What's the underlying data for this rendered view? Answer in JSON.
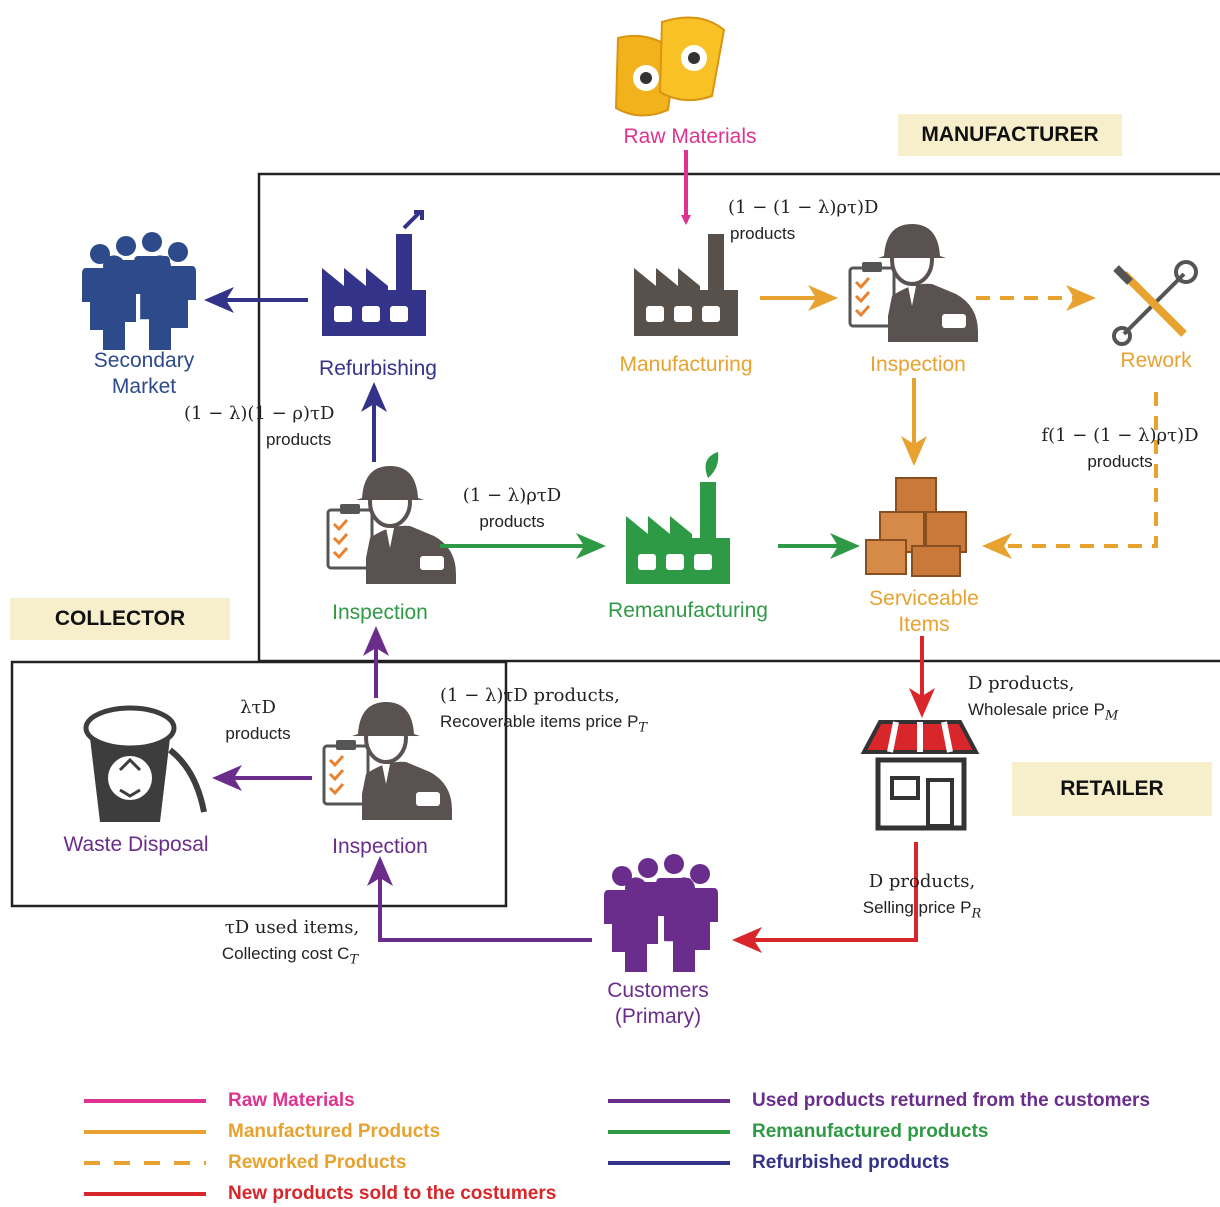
{
  "sections": {
    "manufacturer": "MANUFACTURER",
    "collector": "COLLECTOR",
    "retailer": "RETAILER"
  },
  "nodes": {
    "raw_materials": "Raw Materials",
    "manufacturing": "Manufacturing",
    "inspection_mfg": "Inspection",
    "rework": "Rework",
    "refurbishing": "Refurbishing",
    "secondary_market_l1": "Secondary",
    "secondary_market_l2": "Market",
    "inspection_reman": "Inspection",
    "remanufacturing": "Remanufacturing",
    "serviceable_l1": "Serviceable",
    "serviceable_l2": "Items",
    "waste_disposal": "Waste Disposal",
    "inspection_collector": "Inspection",
    "customers_l1": "Customers",
    "customers_l2": "(Primary)"
  },
  "flows": {
    "raw_to_mfg_formula": "(1 − (1 − λ)ρτ)D",
    "raw_to_mfg_unit": "products",
    "refurb_formula": "(1 − λ)(1 − ρ)τD",
    "refurb_unit": "products",
    "reman_formula": "(1 − λ)ρτD",
    "reman_unit": "products",
    "rework_formula": "f(1 − (1 − λ)ρτ)D",
    "rework_unit": "products",
    "waste_formula": "λτD",
    "waste_unit": "products",
    "recover_formula": "(1 − λ)τD products,",
    "recover_price_text": "Recoverable items price P",
    "recover_price_sub": "T",
    "wholesale_qty": "D products,",
    "wholesale_price_text": "Wholesale price P",
    "wholesale_price_sub": "M",
    "selling_qty": "D products,",
    "selling_price_text": "Selling price P",
    "selling_price_sub": "R",
    "collect_qty": "τD used items,",
    "collect_cost_text": "Collecting cost C",
    "collect_cost_sub": "T"
  },
  "legend": [
    {
      "label": "Raw Materials",
      "color": "#e0338f",
      "style": "solid"
    },
    {
      "label": "Manufactured Products",
      "color": "#e8a22f",
      "style": "solid"
    },
    {
      "label": "Reworked Products",
      "color": "#e8a22f",
      "style": "dashed"
    },
    {
      "label": "New products sold to the costumers",
      "color": "#d8262b",
      "style": "solid"
    },
    {
      "label": "Used products returned from the customers",
      "color": "#6a2d8c",
      "style": "solid"
    },
    {
      "label": "Remanufactured products",
      "color": "#2f9a45",
      "style": "solid"
    },
    {
      "label": "Refurbished products",
      "color": "#34338a",
      "style": "solid"
    }
  ],
  "colors": {
    "raw": "#e0338f",
    "manufactured": "#e8a22f",
    "new_sold": "#d8262b",
    "returned": "#6a2d8c",
    "reman": "#2f9a45",
    "refurb": "#34338a",
    "factory_gray": "#58504a",
    "people_blue": "#2d4a8a",
    "tag_bg": "#f7efcc"
  },
  "icons": [
    "raw-material-bags-icon",
    "factory-icon",
    "inspector-icon",
    "wrench-screwdriver-icon",
    "boxes-icon",
    "store-icon",
    "people-group-icon",
    "recycle-bin-icon"
  ]
}
